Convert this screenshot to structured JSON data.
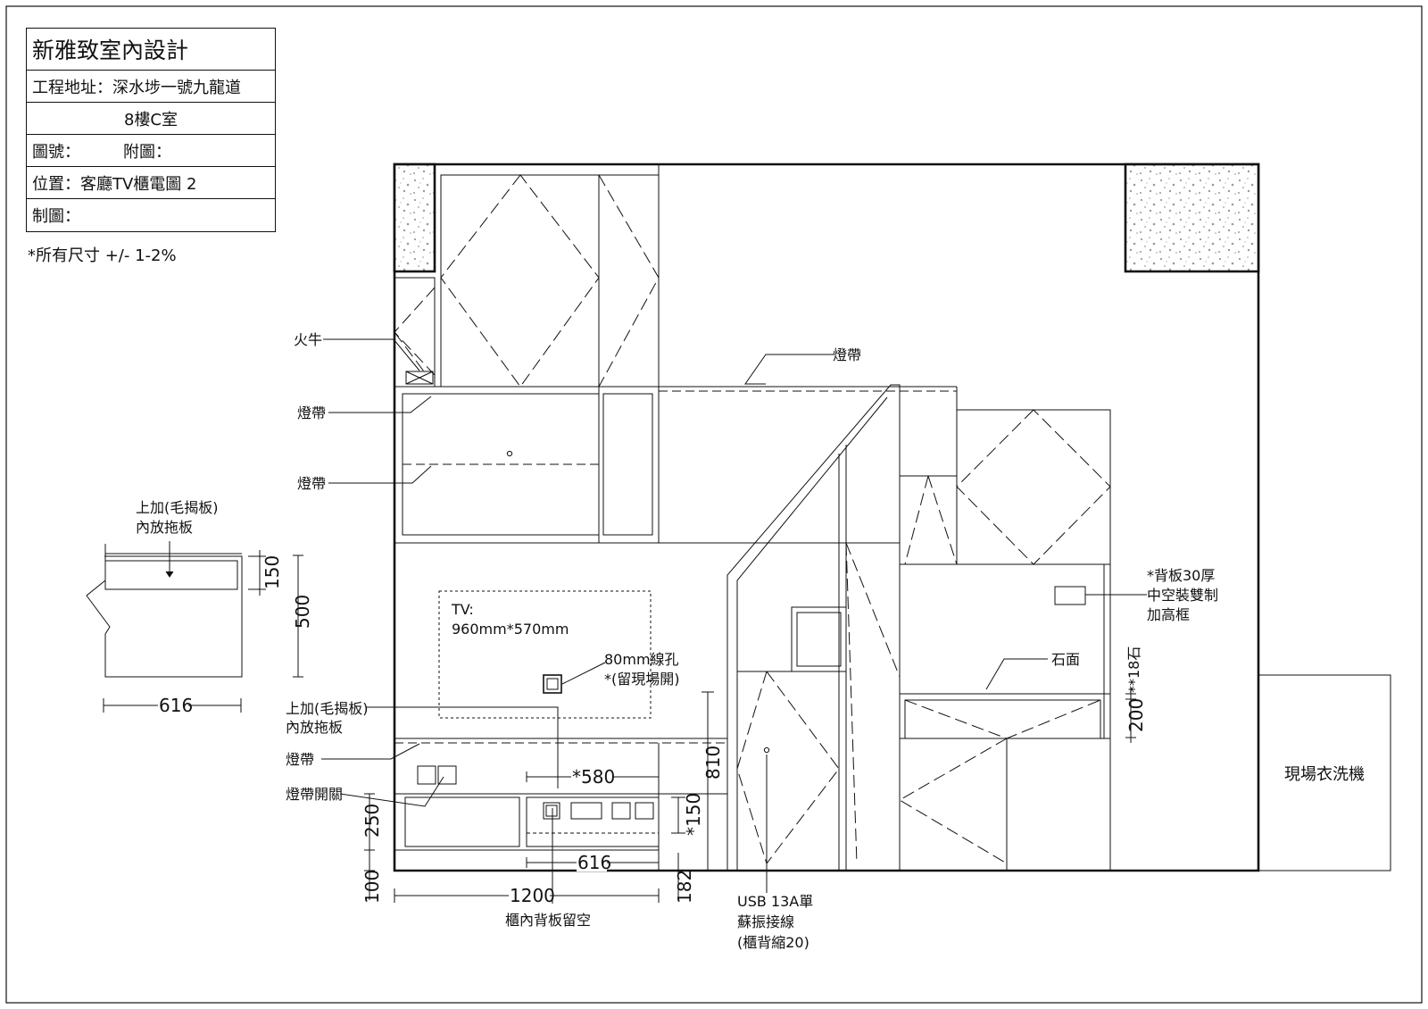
{
  "title_block": {
    "company": "新雅致室內設計",
    "address_line1": "工程地址：深水埗一號九龍道",
    "address_line2": "8樓C室",
    "drawing_no_label": "圖號：",
    "attached_label": "附圖：",
    "location": "位置：客廳TV櫃電圖 2",
    "drafted_by": "制圖："
  },
  "tolerance_note": "*所有尺寸 +/- 1-2%",
  "labels": {
    "fire_bull": "火牛",
    "light_strip": "燈帶",
    "light_switch": "燈帶開關",
    "top_board_1": "上加(毛揭板)",
    "top_board_2": "內放拖板",
    "tv_1": "TV:",
    "tv_2": "960mm*570mm",
    "hole_1": "80mm線孔",
    "hole_2": "*(留現場開)",
    "back_void": "櫃內背板留空",
    "usb_1": "USB 13A單",
    "usb_2": "蘇振接線",
    "usb_3": "(櫃背縮20)",
    "stone": "石面",
    "backboard_1": "*背板30厚",
    "backboard_2": "中空裝雙制",
    "backboard_3": "加高框",
    "stone_18": "**18石",
    "washer": "現場衣洗機"
  },
  "dims": {
    "d150": "150",
    "d500": "500",
    "d616_left": "616",
    "d580": "*580",
    "d150s": "*150",
    "d616": "616",
    "d1200": "1200",
    "d250": "250",
    "d100": "100",
    "d810": "810",
    "d182": "182",
    "d200": "200"
  },
  "colors": {
    "line": "#111111",
    "hatch": "#9a9a9a"
  }
}
